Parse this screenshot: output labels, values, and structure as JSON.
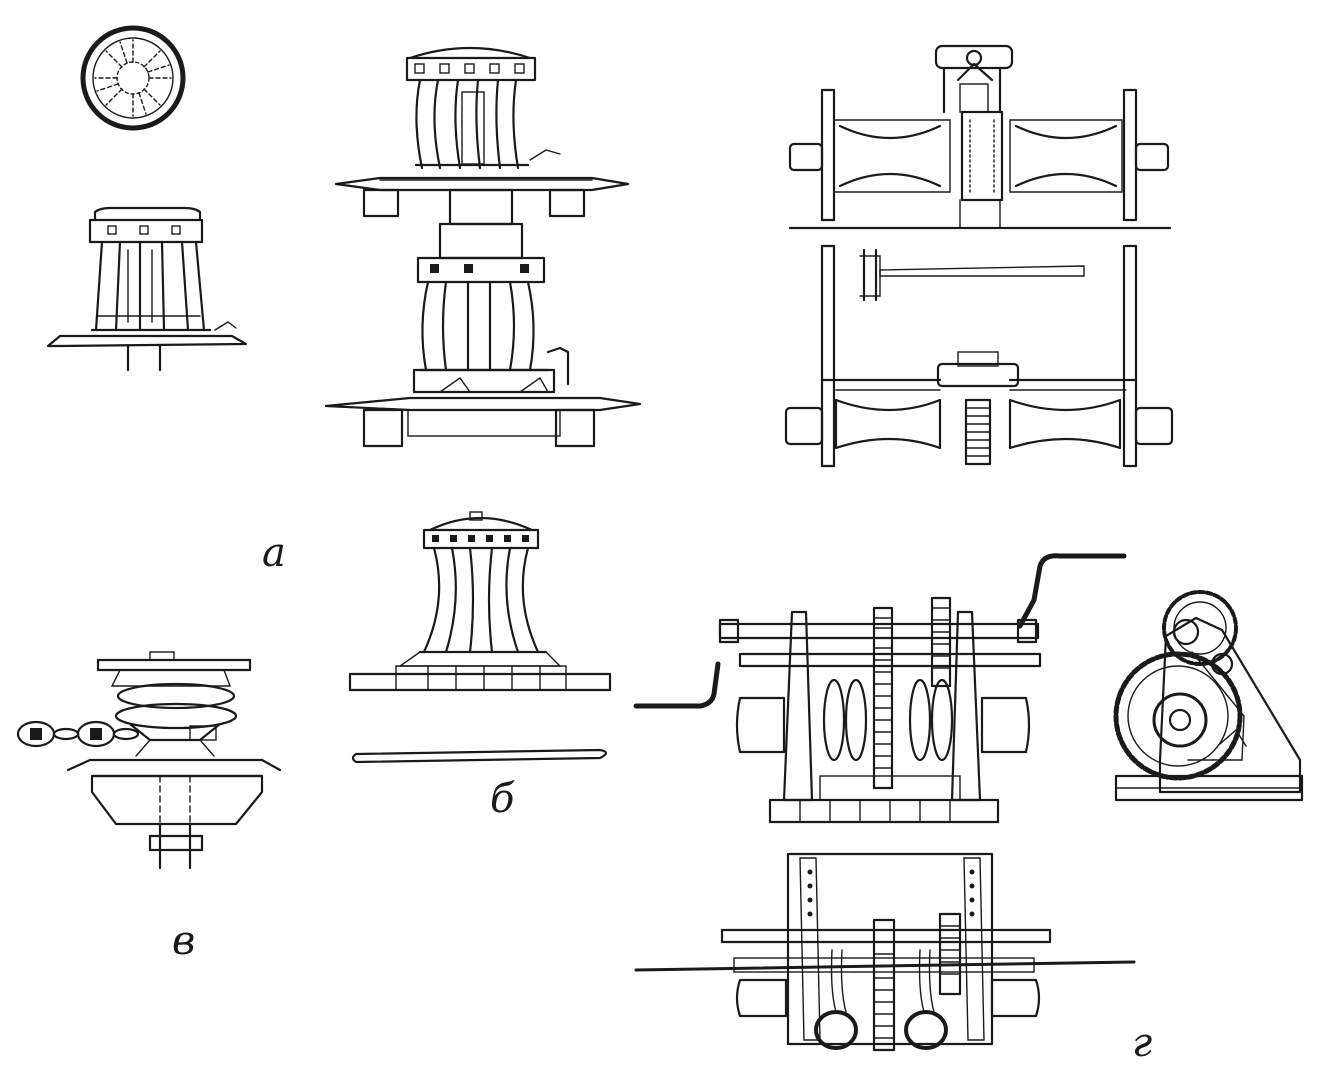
{
  "figure": {
    "background": "#ffffff",
    "ink_color": "#1a1a1a",
    "panels": [
      {
        "id": "a",
        "label": "а",
        "subject": "capstans-and-windlass"
      },
      {
        "id": "b",
        "label": "б",
        "subject": "capstan-with-bar"
      },
      {
        "id": "v",
        "label": "в",
        "subject": "chain-capstan"
      },
      {
        "id": "g",
        "label": "г",
        "subject": "geared-windlass"
      }
    ]
  }
}
